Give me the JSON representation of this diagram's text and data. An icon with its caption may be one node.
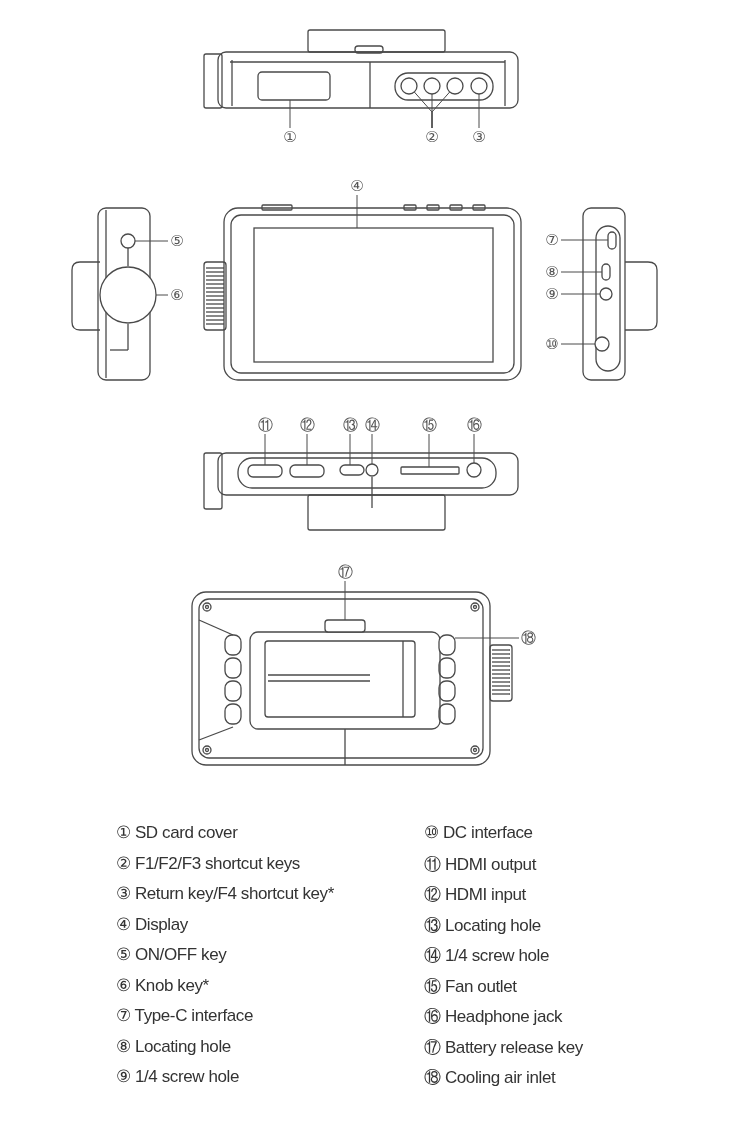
{
  "diagram": {
    "nodes": [
      {
        "text": [
          "①"
        ]
      },
      {
        "text": [
          "②"
        ]
      },
      {
        "text": [
          "③"
        ]
      },
      {
        "text": [
          "④"
        ]
      },
      {
        "text": [
          "⑤"
        ]
      },
      {
        "text": [
          "⑥"
        ]
      },
      {
        "text": [
          "⑦"
        ]
      },
      {
        "text": [
          "⑧"
        ]
      },
      {
        "text": [
          "⑨"
        ]
      },
      {
        "text": [
          "⑩"
        ]
      },
      {
        "text": [
          "⑪"
        ]
      },
      {
        "text": [
          "⑫"
        ]
      },
      {
        "text": [
          "⑬"
        ]
      },
      {
        "text": [
          "⑭"
        ]
      },
      {
        "text": [
          "⑮"
        ]
      },
      {
        "text": [
          "⑯"
        ]
      },
      {
        "text": [
          "⑰"
        ]
      },
      {
        "text": [
          "⑱"
        ]
      },
      {
        "text": [],
        "shape": "box"
      },
      {
        "text": [],
        "shape": "circle"
      },
      {
        "text": [],
        "shape": "circle"
      },
      {
        "text": [],
        "shape": "circle"
      },
      {
        "text": [],
        "shape": "circle"
      },
      {
        "text": [],
        "shape": "box"
      },
      {
        "text": [],
        "shape": "circle"
      },
      {
        "text": [],
        "shape": "circle"
      },
      {
        "text": [],
        "shape": "box"
      },
      {
        "text": [],
        "shape": "box"
      },
      {
        "text": [],
        "shape": "circle"
      },
      {
        "text": [],
        "shape": "circle"
      },
      {
        "text": [],
        "shape": "box"
      },
      {
        "text": [],
        "shape": "box"
      },
      {
        "text": [],
        "shape": "box"
      },
      {
        "text": [],
        "shape": "circle"
      },
      {
        "text": [],
        "shape": "box"
      },
      {
        "text": [],
        "shape": "circle"
      },
      {
        "text": [],
        "shape": "box"
      },
      {
        "text": [],
        "shape": "box"
      }
    ],
    "edges": [
      {
        "from": 0,
        "to": 18,
        "arrow": "none"
      },
      {
        "from": 1,
        "to": 19,
        "arrow": "none"
      },
      {
        "from": 1,
        "to": 20,
        "arrow": "none"
      },
      {
        "from": 1,
        "to": 21,
        "arrow": "none"
      },
      {
        "from": 2,
        "to": 22,
        "arrow": "none"
      },
      {
        "from": 3,
        "to": 23,
        "arrow": "none"
      },
      {
        "from": 4,
        "to": 24,
        "arrow": "none"
      },
      {
        "from": 5,
        "to": 25,
        "arrow": "none"
      },
      {
        "from": 6,
        "to": 26,
        "arrow": "none"
      },
      {
        "from": 7,
        "to": 27,
        "arrow": "none"
      },
      {
        "from": 8,
        "to": 28,
        "arrow": "none"
      },
      {
        "from": 9,
        "to": 29,
        "arrow": "none"
      },
      {
        "from": 10,
        "to": 30,
        "arrow": "none"
      },
      {
        "from": 11,
        "to": 31,
        "arrow": "none"
      },
      {
        "from": 12,
        "to": 32,
        "arrow": "none"
      },
      {
        "from": 13,
        "to": 33,
        "arrow": "none"
      },
      {
        "from": 14,
        "to": 34,
        "arrow": "none"
      },
      {
        "from": 15,
        "to": 35,
        "arrow": "none"
      },
      {
        "from": 16,
        "to": 36,
        "arrow": "none"
      },
      {
        "from": 17,
        "to": 37,
        "arrow": "none"
      }
    ],
    "labels": [
      "① SD card cover",
      "② F1/F2/F3 shortcut keys",
      "③ Return key/F4 shortcut key*",
      "④ Display",
      "⑤ ON/OFF key",
      "⑥ Knob key*",
      "⑦ Type-C interface",
      "⑧ Locating hole",
      "⑨ 1/4 screw hole",
      "⑩ DC interface",
      "⑪ HDMI output",
      "⑫ HDMI input",
      "⑬ Locating hole",
      "⑭ 1/4 screw hole",
      "⑮ Fan outlet",
      "⑯ Headphone jack",
      "⑰ Battery release key",
      "⑱ Cooling air inlet"
    ]
  }
}
